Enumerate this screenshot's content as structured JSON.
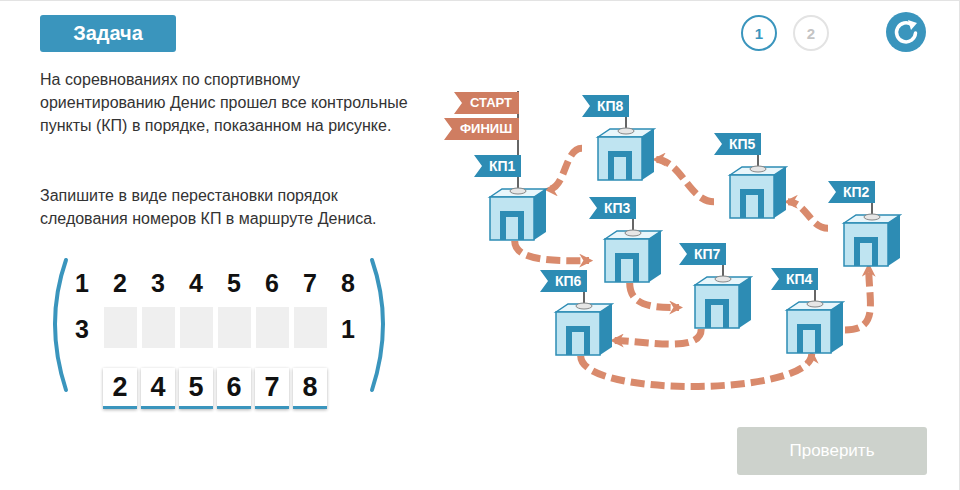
{
  "diagram": {
    "nodes": [
      {
        "text": [
          "Задача"
        ]
      },
      {
        "text": [
          "1"
        ]
      },
      {
        "text": [
          "2"
        ]
      },
      {
        "text": [
          "СТАРТ"
        ]
      },
      {
        "text": [
          "ФИНИШ"
        ]
      },
      {
        "text": [
          "КП1"
        ]
      },
      {
        "text": [
          "КП8"
        ]
      },
      {
        "text": [
          "КП5"
        ]
      },
      {
        "text": [
          "КП2"
        ]
      },
      {
        "text": [
          "КП3"
        ]
      },
      {
        "text": [
          "КП7"
        ]
      },
      {
        "text": [
          "КП6"
        ]
      },
      {
        "text": [
          "КП4"
        ]
      },
      {
        "text": [
          "Проверить"
        ]
      }
    ],
    "edges": [
      {
        "from": 5,
        "to": 9,
        "arrow": "to"
      },
      {
        "from": 9,
        "to": 10,
        "arrow": "to"
      },
      {
        "from": 10,
        "to": 11,
        "arrow": "to"
      },
      {
        "from": 11,
        "to": 12,
        "arrow": "to"
      },
      {
        "from": 12,
        "to": 8,
        "arrow": "to"
      },
      {
        "from": 8,
        "to": 7,
        "arrow": "to"
      },
      {
        "from": 7,
        "to": 6,
        "arrow": "to"
      },
      {
        "from": 6,
        "to": 5,
        "arrow": "to"
      }
    ],
    "labels": [
      "На соревнованиях по спортивному ориентированию Денис прошел все контрольные пункты (КП) в порядке, показанном на рисунке.",
      "Запишите в виде перестановки порядок следования номеров КП в маршруте Дениса.",
      "1",
      "2",
      "3",
      "4",
      "5",
      "6",
      "7",
      "8",
      "3",
      "1",
      "2",
      "4",
      "5",
      "6",
      "7",
      "8"
    ]
  }
}
